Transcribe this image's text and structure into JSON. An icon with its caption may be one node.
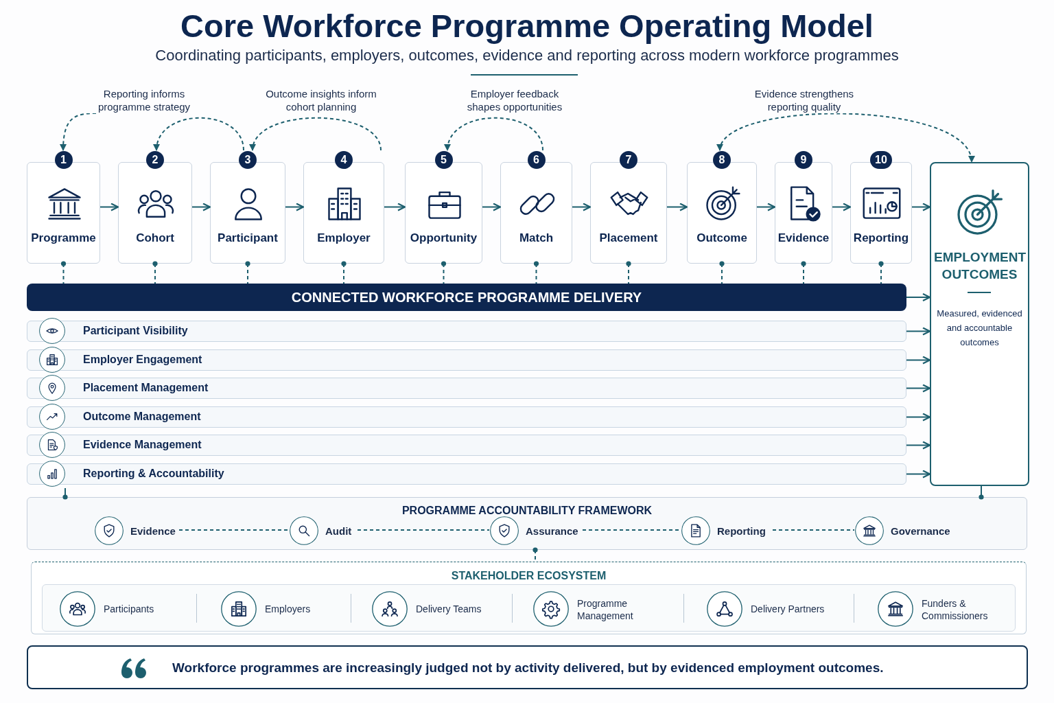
{
  "diagram": {
    "title": "Core Workforce Programme Operating Model",
    "nodes": [
      {
        "text": [
          "1",
          "Programme"
        ]
      },
      {
        "text": [
          "2",
          "Cohort"
        ]
      },
      {
        "text": [
          "3",
          "Participant"
        ]
      },
      {
        "text": [
          "4",
          "Employer"
        ]
      },
      {
        "text": [
          "5",
          "Opportunity"
        ]
      },
      {
        "text": [
          "6",
          "Match"
        ]
      },
      {
        "text": [
          "7",
          "Placement"
        ]
      },
      {
        "text": [
          "8",
          "Outcome"
        ]
      },
      {
        "text": [
          "9",
          "Evidence"
        ]
      },
      {
        "text": [
          "10",
          "Reporting"
        ]
      },
      {
        "text": [
          "EMPLOYMENT OUTCOMES",
          "Measured, evidenced and accountable outcomes"
        ]
      },
      {
        "text": [
          "CONNECTED WORKFORCE PROGRAMME DELIVERY"
        ]
      },
      {
        "text": [
          "Participant Visibility"
        ]
      },
      {
        "text": [
          "Employer Engagement"
        ]
      },
      {
        "text": [
          "Placement Management"
        ]
      },
      {
        "text": [
          "Outcome Management"
        ]
      },
      {
        "text": [
          "Evidence Management"
        ]
      },
      {
        "text": [
          "Reporting & Accountability"
        ]
      },
      {
        "text": [
          "PROGRAMME ACCOUNTABILITY FRAMEWORK"
        ]
      },
      {
        "text": [
          "Evidence"
        ],
        "in": 18
      },
      {
        "text": [
          "Audit"
        ],
        "in": 18
      },
      {
        "text": [
          "Assurance"
        ],
        "in": 18
      },
      {
        "text": [
          "Reporting"
        ],
        "in": 18
      },
      {
        "text": [
          "Governance"
        ],
        "in": 18
      },
      {
        "text": [
          "STAKEHOLDER ECOSYSTEM"
        ]
      },
      {
        "text": [
          "Participants"
        ],
        "in": 24
      },
      {
        "text": [
          "Employers"
        ],
        "in": 24
      },
      {
        "text": [
          "Delivery Teams"
        ],
        "in": 24
      },
      {
        "text": [
          "Programme Management"
        ],
        "in": 24
      },
      {
        "text": [
          "Delivery Partners"
        ],
        "in": 24
      },
      {
        "text": [
          "Funders & Commissioners"
        ],
        "in": 24
      },
      {
        "text": [
          "Workforce programmes are increasingly judged not by activity delivered, but by evidenced employment outcomes."
        ]
      }
    ],
    "edges": [
      {
        "from": 0,
        "to": 1,
        "arrow": "to"
      },
      {
        "from": 1,
        "to": 2,
        "arrow": "to"
      },
      {
        "from": 2,
        "to": 3,
        "arrow": "to"
      },
      {
        "from": 3,
        "to": 4,
        "arrow": "to"
      },
      {
        "from": 4,
        "to": 5,
        "arrow": "to"
      },
      {
        "from": 5,
        "to": 6,
        "arrow": "to"
      },
      {
        "from": 6,
        "to": 7,
        "arrow": "to"
      },
      {
        "from": 7,
        "to": 8,
        "arrow": "to"
      },
      {
        "from": 8,
        "to": 9,
        "arrow": "to"
      },
      {
        "from": 9,
        "to": 10,
        "arrow": "to"
      },
      {
        "from": null,
        "to": 0,
        "arrow": "to",
        "style": "dashed",
        "label": "Reporting informs programme strategy"
      },
      {
        "from": 2,
        "to": 1,
        "arrow": "to",
        "style": "dashed"
      },
      {
        "from": 3,
        "to": 2,
        "arrow": "to",
        "style": "dashed",
        "label": "Outcome insights inform cohort planning"
      },
      {
        "from": 5,
        "to": 4,
        "arrow": "to",
        "style": "dashed",
        "label": "Employer feedback shapes opportunities"
      },
      {
        "from": 7,
        "to": 10,
        "arrow": "both",
        "style": "dashed",
        "label": "Evidence strengthens reporting quality"
      },
      {
        "from": 0,
        "to": 11,
        "arrow": "other",
        "style": "dashed"
      },
      {
        "from": 1,
        "to": 11,
        "arrow": "other",
        "style": "dashed"
      },
      {
        "from": 2,
        "to": 11,
        "arrow": "other",
        "style": "dashed"
      },
      {
        "from": 3,
        "to": 11,
        "arrow": "other",
        "style": "dashed"
      },
      {
        "from": 4,
        "to": 11,
        "arrow": "other",
        "style": "dashed"
      },
      {
        "from": 5,
        "to": 11,
        "arrow": "other",
        "style": "dashed"
      },
      {
        "from": 6,
        "to": 11,
        "arrow": "other",
        "style": "dashed"
      },
      {
        "from": 7,
        "to": 11,
        "arrow": "other",
        "style": "dashed"
      },
      {
        "from": 8,
        "to": 11,
        "arrow": "other",
        "style": "dashed"
      },
      {
        "from": 9,
        "to": 11,
        "arrow": "other",
        "style": "dashed"
      },
      {
        "from": 11,
        "to": 10,
        "arrow": "to"
      },
      {
        "from": 12,
        "to": 10,
        "arrow": "to"
      },
      {
        "from": 13,
        "to": 10,
        "arrow": "to"
      },
      {
        "from": 14,
        "to": 10,
        "arrow": "to"
      },
      {
        "from": 15,
        "to": 10,
        "arrow": "to"
      },
      {
        "from": 16,
        "to": 10,
        "arrow": "to"
      },
      {
        "from": 17,
        "to": 10,
        "arrow": "to"
      },
      {
        "from": 18,
        "to": 17,
        "arrow": "other"
      },
      {
        "from": 18,
        "to": 10,
        "arrow": "other"
      },
      {
        "from": 19,
        "to": 20,
        "arrow": "none",
        "style": "dashed"
      },
      {
        "from": 20,
        "to": 21,
        "arrow": "none",
        "style": "dashed"
      },
      {
        "from": 21,
        "to": 22,
        "arrow": "none",
        "style": "dashed"
      },
      {
        "from": 22,
        "to": 23,
        "arrow": "none",
        "style": "dashed"
      },
      {
        "from": 18,
        "to": 24,
        "arrow": "other",
        "style": "dashed"
      }
    ],
    "labels": [
      "Coordinating participants, employers, outcomes, evidence and reporting across modern workforce programmes"
    ]
  }
}
